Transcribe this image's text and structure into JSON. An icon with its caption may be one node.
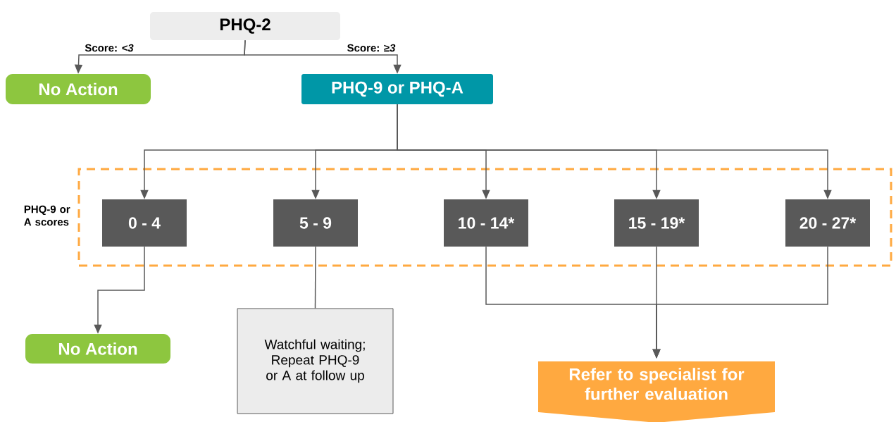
{
  "diagram": {
    "nodes": [
      {
        "text": [
          "PHQ-2"
        ]
      },
      {
        "text": [
          "No Action"
        ]
      },
      {
        "text": [
          "PHQ-9 or PHQ-A"
        ]
      },
      {
        "text": [
          "PHQ-9 or A scores"
        ]
      },
      {
        "text": [
          "0 - 4"
        ],
        "in": 3
      },
      {
        "text": [
          "5 - 9"
        ],
        "in": 3
      },
      {
        "text": [
          "10 - 14*"
        ],
        "in": 3
      },
      {
        "text": [
          "15 - 19*"
        ],
        "in": 3
      },
      {
        "text": [
          "20 - 27*"
        ],
        "in": 3
      },
      {
        "text": [
          "No Action"
        ]
      },
      {
        "text": [
          "Watchful waiting; Repeat PHQ-9 or A at follow up"
        ]
      },
      {
        "text": [
          "Refer to specialist for further evaluation"
        ]
      }
    ],
    "edges": [
      {
        "from": 0,
        "to": 1,
        "arrow": "to",
        "label": "Score: *<3*"
      },
      {
        "from": 0,
        "to": 2,
        "arrow": "to",
        "label": "Score: ≥*3*"
      },
      {
        "from": 2,
        "to": 4,
        "arrow": "to"
      },
      {
        "from": 2,
        "to": 5,
        "arrow": "to"
      },
      {
        "from": 2,
        "to": 6,
        "arrow": "to"
      },
      {
        "from": 2,
        "to": 7,
        "arrow": "to"
      },
      {
        "from": 2,
        "to": 8,
        "arrow": "to"
      },
      {
        "from": 4,
        "to": 9,
        "arrow": "to"
      },
      {
        "from": 5,
        "to": 10,
        "arrow": "none"
      },
      {
        "from": 6,
        "to": 11,
        "arrow": "to"
      },
      {
        "from": 7,
        "to": 11,
        "arrow": "to"
      },
      {
        "from": 8,
        "to": 11,
        "arrow": "to"
      }
    ]
  }
}
